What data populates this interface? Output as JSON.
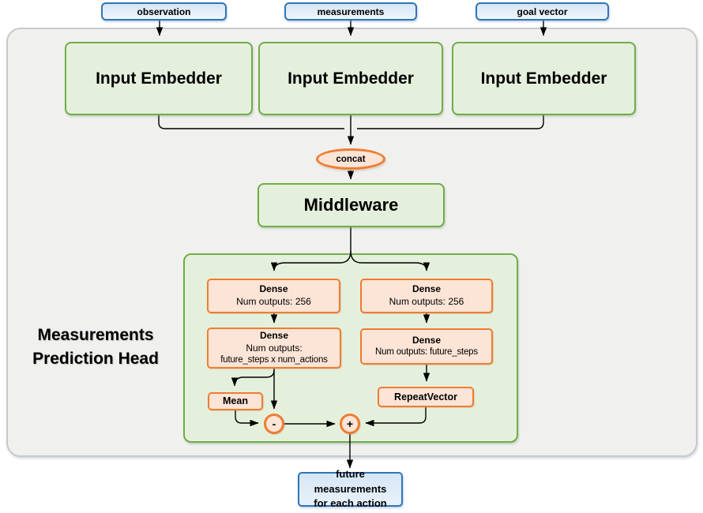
{
  "diagram": {
    "inputs": [
      {
        "label": "observation"
      },
      {
        "label": "measurements"
      },
      {
        "label": "goal vector"
      }
    ],
    "embedders": [
      {
        "label": "Input Embedder"
      },
      {
        "label": "Input Embedder"
      },
      {
        "label": "Input Embedder"
      }
    ],
    "concat": {
      "label": "concat"
    },
    "middleware": {
      "label": "Middleware"
    },
    "head": {
      "label_line1": "Measurements",
      "label_line2": "Prediction Head"
    },
    "left_branch": {
      "dense1": {
        "title": "Dense",
        "line1": "Num outputs: 256"
      },
      "dense2": {
        "title": "Dense",
        "line1": "Num outputs:",
        "line2": "future_steps x num_actions"
      },
      "mean": {
        "label": "Mean"
      },
      "subtract": {
        "symbol": "-"
      }
    },
    "right_branch": {
      "dense1": {
        "title": "Dense",
        "line1": "Num outputs: 256"
      },
      "dense2": {
        "title": "Dense",
        "line1": "Num outputs: future_steps"
      },
      "repeat_vector": {
        "label": "RepeatVector"
      },
      "add": {
        "symbol": "+"
      }
    },
    "output": {
      "line1": "future measurements",
      "line2": "for each action"
    },
    "colors": {
      "green_border": "#70AD47",
      "green_fill": "#E5F0DC",
      "orange_border": "#ED7D31",
      "orange_fill": "#FCE4D6",
      "blue_border": "#2E75B6",
      "blue_fill": "#DBE9F6",
      "outer_container_fill": "#F0F0EF",
      "outer_container_border": "#C9C9C9",
      "line_color": "#000000"
    }
  }
}
